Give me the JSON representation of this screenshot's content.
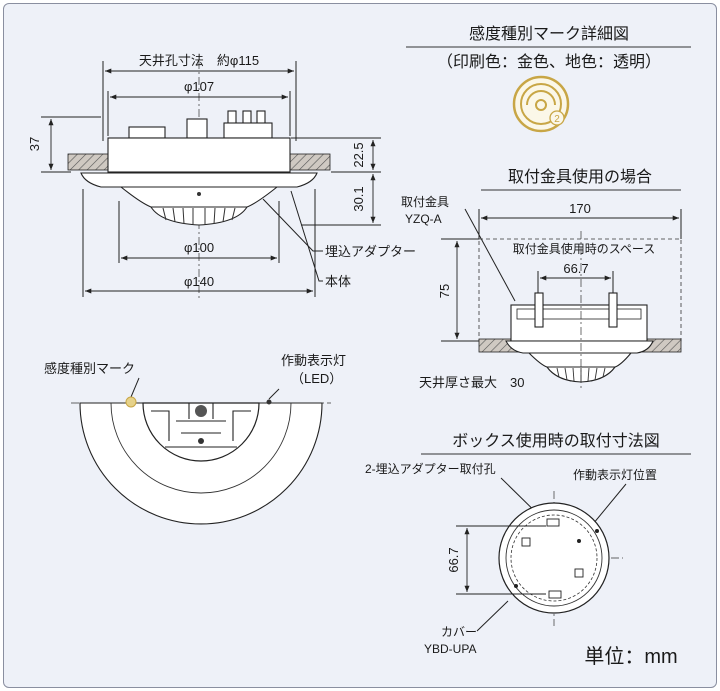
{
  "titles": {
    "mark_detail": "感度種別マーク詳細図",
    "print_color": "（印刷色：金色、地色：透明）",
    "bracket_use": "取付金具使用の場合",
    "box_use": "ボックス使用時の取付寸法図"
  },
  "side_view": {
    "ceiling_hole": "天井孔寸法　約φ115",
    "d107": "φ107",
    "d100": "φ100",
    "d140": "φ140",
    "h37": "37",
    "h22_5": "22.5",
    "h30_1": "30.1",
    "embed_adapter": "埋込アダプター",
    "main_body": "本体"
  },
  "bottom_view": {
    "sensor_mark": "感度種別マーク",
    "indicator_lamp": "作動表示灯",
    "led": "（LED）"
  },
  "bracket_view": {
    "bracket": "取付金具",
    "model": "YZQ-A",
    "w170": "170",
    "space": "取付金具使用時のスペース",
    "w66_7": "66.7",
    "h75": "75",
    "ceiling_thickness": "天井厚さ最大　30"
  },
  "box_view": {
    "adapter_holes": "2-埋込アダプター取付孔",
    "lamp_position": "作動表示灯位置",
    "h66_7": "66.7",
    "cover": "カバー",
    "cover_model": "YBD-UPA"
  },
  "unit": "単位：mm",
  "mark_symbol": "2",
  "colors": {
    "gold": "#c8a646",
    "frame": "#eef1f8"
  }
}
